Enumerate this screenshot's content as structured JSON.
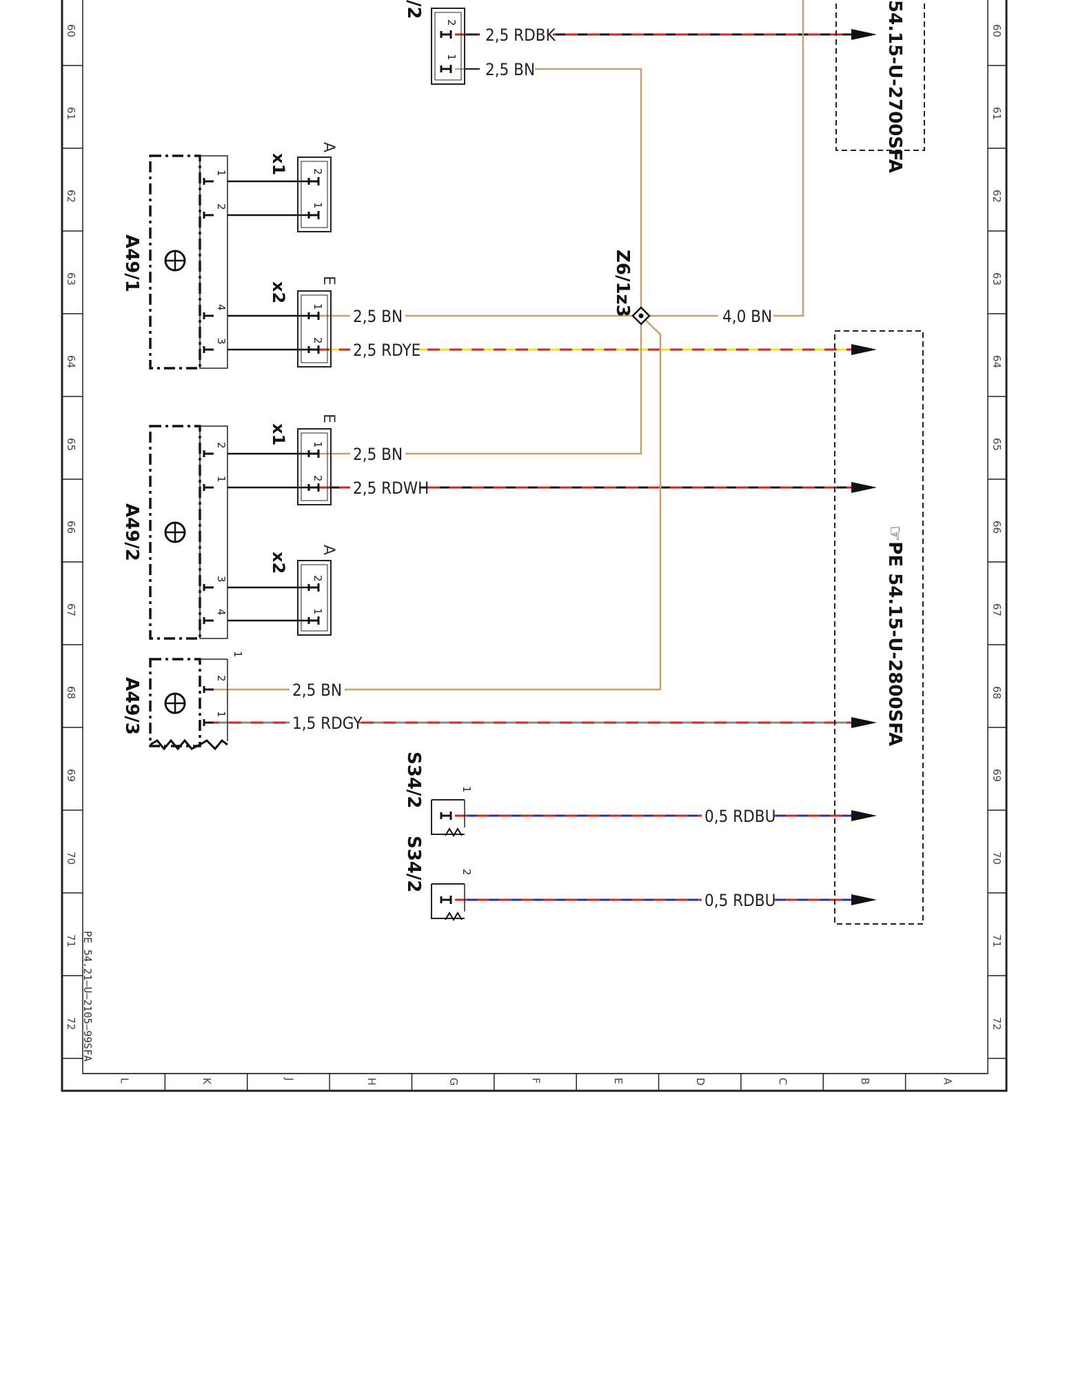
{
  "frame": {
    "row_numbers": [
      "60",
      "61",
      "62",
      "63",
      "64",
      "65",
      "66",
      "67",
      "68",
      "69",
      "70",
      "71",
      "72"
    ],
    "column_letters": [
      "L",
      "K",
      "J",
      "H",
      "G",
      "F",
      "E",
      "D",
      "C",
      "B",
      "A"
    ],
    "footer_ref": "PE 54.21–U–2105–99SFA"
  },
  "references": {
    "top": "54.15-U-2700SFA",
    "bottom": "☞PE 54.15-U-2800SFA"
  },
  "components": {
    "a49_1": "A49/1",
    "a49_2": "A49/2",
    "a49_3": "A49/3",
    "s34_2_a": "S34/2",
    "s34_2_b": "S34/2",
    "top_partial": "/2",
    "splice": "Z6/1z3"
  },
  "connectors": {
    "a49_1_x1": "x1",
    "a49_1_x2": "x2",
    "a49_2_x1": "x1",
    "a49_2_x2": "x2",
    "a49_1_x1_letter": "A",
    "a49_1_x2_letter": "E",
    "a49_2_x1_letter": "E",
    "a49_2_x2_letter": "A"
  },
  "wires": [
    {
      "label": "2,5 RDBK",
      "colors": [
        "#e0201c",
        "#111111"
      ]
    },
    {
      "label": "2,5 BN",
      "colors": [
        "#c8a070"
      ]
    },
    {
      "label": "2,5 BN",
      "colors": [
        "#c8a070"
      ]
    },
    {
      "label": "4,0 BN",
      "colors": [
        "#c8a070"
      ]
    },
    {
      "label": "2,5 RDYE",
      "colors": [
        "#e0201c",
        "#f2e600"
      ]
    },
    {
      "label": "2,5 BN",
      "colors": [
        "#c8a070"
      ]
    },
    {
      "label": "2,5 RDWH",
      "colors": [
        "#e0201c",
        "#111111"
      ]
    },
    {
      "label": "2,5 BN",
      "colors": [
        "#c8a070"
      ]
    },
    {
      "label": "1,5 RDGY",
      "colors": [
        "#e0201c",
        "#888888"
      ]
    },
    {
      "label": "0,5 RDBU",
      "colors": [
        "#e0201c",
        "#1a2fd0"
      ]
    },
    {
      "label": "0,5 RDBU",
      "colors": [
        "#e0201c",
        "#1a2fd0"
      ]
    }
  ],
  "pins": {
    "top_a": "2",
    "top_b": "1",
    "a49_1_p1": "1",
    "a49_1_p2": "2",
    "a49_1_p4": "4",
    "a49_1_p3": "3",
    "a49_1_x1_p2": "2",
    "a49_1_x1_p1": "1",
    "a49_1_x2_p1": "1",
    "a49_1_x2_p2": "2",
    "a49_2_p2": "2",
    "a49_2_p1": "1",
    "a49_2_p3": "3",
    "a49_2_p4": "4",
    "a49_2_x1_p1": "1",
    "a49_2_x1_p2": "2",
    "a49_2_x2_p2": "2",
    "a49_2_x2_p1": "1",
    "a49_3_p2": "2",
    "a49_3_p1": "1",
    "a49_3_tag": "1",
    "s34_a_tag": "1",
    "s34_b_tag": "2"
  },
  "legend": {
    "wire_brown": "#c8a070",
    "wire_red": "#e0201c"
  }
}
